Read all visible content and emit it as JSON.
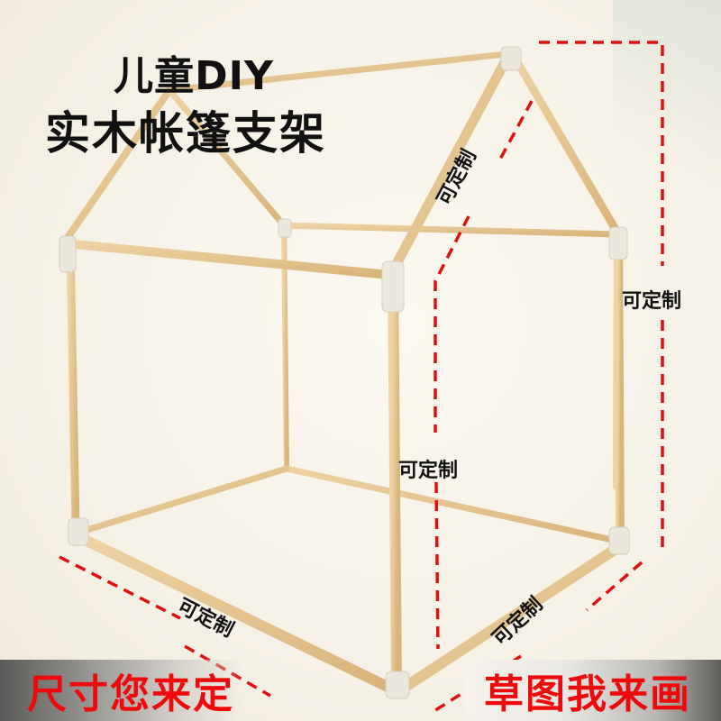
{
  "title": {
    "line1": "儿童DIY",
    "line2": "实木帐篷支架"
  },
  "dimension_labels": {
    "roof_slope": "可定制",
    "total_height": "可定制",
    "wall_height": "可定制",
    "front_width": "可定制",
    "side_depth": "可定制"
  },
  "banners": {
    "left": "尺寸您来定",
    "right": "草图我来画"
  },
  "colors": {
    "background": "#f7f3ea",
    "wood": "#e4c28e",
    "wood_edge": "#c9a46a",
    "connector": "#ece7dc",
    "dash_red": "#e01010",
    "banner_text": "#ee0a0a",
    "label_text": "#111111"
  }
}
